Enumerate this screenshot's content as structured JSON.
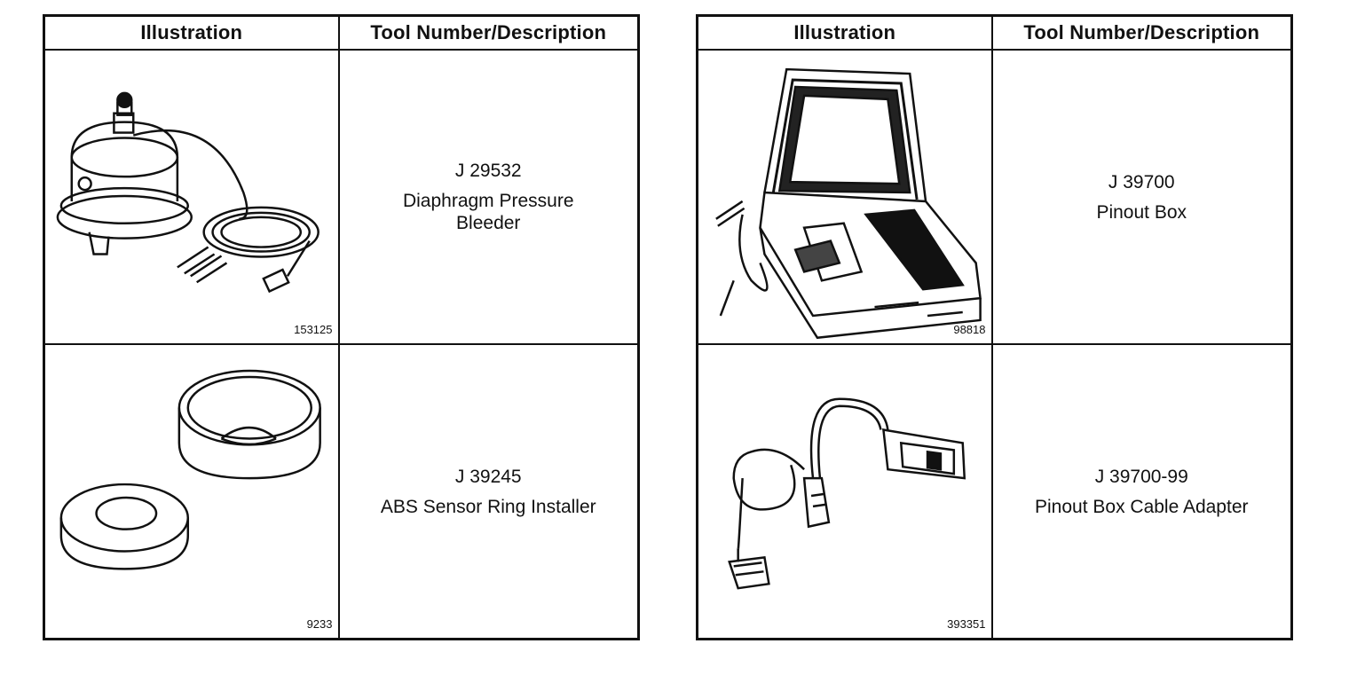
{
  "tables": [
    {
      "headers": {
        "illustration": "Illustration",
        "description": "Tool Number/Description"
      },
      "rows": [
        {
          "figure_number": "153125",
          "tool_number": "J 29532",
          "description": "Diaphragm Pressure Bleeder",
          "icon": "diaphragm-pressure-bleeder-icon"
        },
        {
          "figure_number": "9233",
          "tool_number": "J 39245",
          "description": "ABS Sensor Ring Installer",
          "icon": "abs-sensor-ring-installer-icon"
        }
      ]
    },
    {
      "headers": {
        "illustration": "Illustration",
        "description": "Tool Number/Description"
      },
      "rows": [
        {
          "figure_number": "98818",
          "tool_number": "J 39700",
          "description": "Pinout Box",
          "icon": "pinout-box-case-icon"
        },
        {
          "figure_number": "393351",
          "tool_number": "J 39700-99",
          "description": "Pinout Box Cable Adapter",
          "icon": "pinout-cable-adapter-icon"
        }
      ]
    }
  ]
}
